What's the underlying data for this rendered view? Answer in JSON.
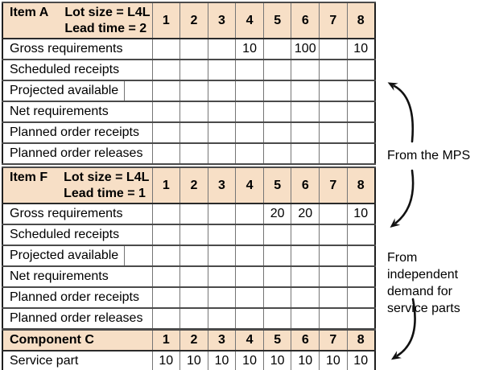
{
  "colors": {
    "header_bg": "#F7DFC6",
    "border_outer": "#1f1f1f",
    "border_inner": "#757575",
    "arrow": "#111111"
  },
  "periods": [
    "1",
    "2",
    "3",
    "4",
    "5",
    "6",
    "7",
    "8"
  ],
  "item_a": {
    "name": "Item A",
    "lot_size": "Lot size = L4L",
    "lead_time": "Lead time = 2",
    "rows": [
      {
        "label": "Gross requirements",
        "values": [
          "",
          "",
          "",
          "10",
          "",
          "100",
          "",
          "10"
        ]
      },
      {
        "label": "Scheduled receipts",
        "values": [
          "",
          "",
          "",
          "",
          "",
          "",
          "",
          ""
        ]
      },
      {
        "label": "Projected available",
        "values": [
          "",
          "",
          "",
          "",
          "",
          "",
          "",
          ""
        ]
      },
      {
        "label": "Net requirements",
        "values": [
          "",
          "",
          "",
          "",
          "",
          "",
          "",
          ""
        ]
      },
      {
        "label": "Planned order receipts",
        "values": [
          "",
          "",
          "",
          "",
          "",
          "",
          "",
          ""
        ]
      },
      {
        "label": "Planned order releases",
        "values": [
          "",
          "",
          "",
          "",
          "",
          "",
          "",
          ""
        ]
      }
    ]
  },
  "item_f": {
    "name": "Item F",
    "lot_size": "Lot size = L4L",
    "lead_time": "Lead time = 1",
    "rows": [
      {
        "label": "Gross requirements",
        "values": [
          "",
          "",
          "",
          "",
          "20",
          "20",
          "",
          "10"
        ]
      },
      {
        "label": "Scheduled receipts",
        "values": [
          "",
          "",
          "",
          "",
          "",
          "",
          "",
          ""
        ]
      },
      {
        "label": "Projected available",
        "values": [
          "",
          "",
          "",
          "",
          "",
          "",
          "",
          ""
        ]
      },
      {
        "label": "Net requirements",
        "values": [
          "",
          "",
          "",
          "",
          "",
          "",
          "",
          ""
        ]
      },
      {
        "label": "Planned order receipts",
        "values": [
          "",
          "",
          "",
          "",
          "",
          "",
          "",
          ""
        ]
      },
      {
        "label": "Planned order releases",
        "values": [
          "",
          "",
          "",
          "",
          "",
          "",
          "",
          ""
        ]
      }
    ]
  },
  "component_c": {
    "name": "Component C",
    "rows": [
      {
        "label": "Service part",
        "values": [
          "10",
          "10",
          "10",
          "10",
          "10",
          "10",
          "10",
          "10"
        ]
      }
    ]
  },
  "annotations": {
    "mps": {
      "text": "From the MPS"
    },
    "independent": {
      "lines": [
        "From independent",
        "demand for",
        "service parts"
      ]
    }
  }
}
